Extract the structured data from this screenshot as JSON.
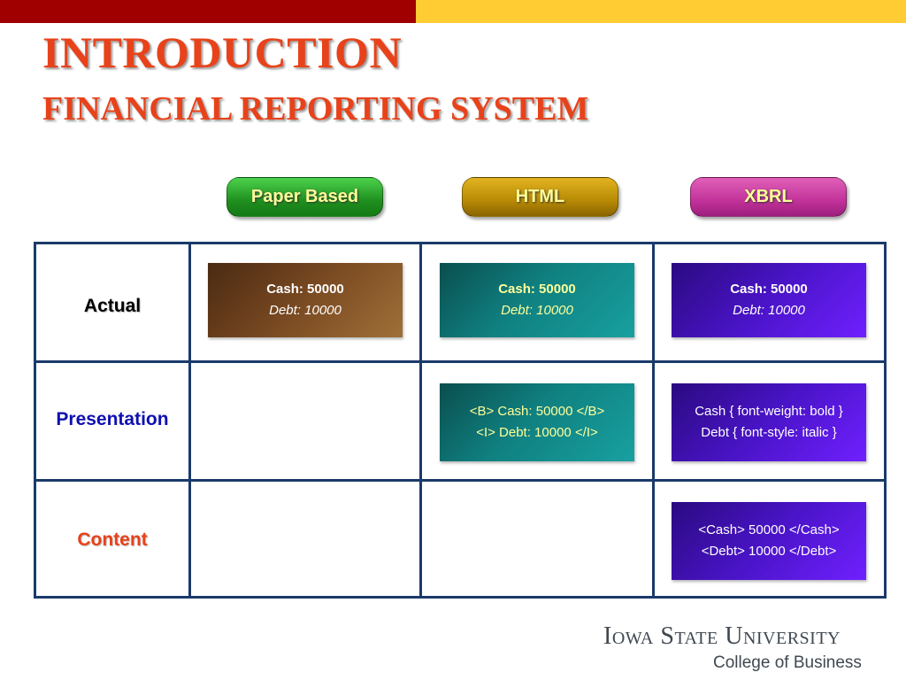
{
  "title": {
    "line1": "INTRODUCTION",
    "line2": "FINANCIAL REPORTING SYSTEM"
  },
  "columns": [
    {
      "label": "Paper Based",
      "color": "#2aa02a"
    },
    {
      "label": "HTML",
      "color": "#c89a0a"
    },
    {
      "label": "XBRL",
      "color": "#c2329a"
    }
  ],
  "rows": [
    {
      "label": "Actual",
      "color": "#000000"
    },
    {
      "label": "Presentation",
      "color": "#1010b0"
    },
    {
      "label": "Content",
      "color": "#e8421a"
    }
  ],
  "cells": {
    "actual_paper": {
      "line1": "Cash: 50000",
      "line2": "Debt: 10000"
    },
    "actual_html": {
      "line1": "Cash: 50000",
      "line2": "Debt: 10000"
    },
    "actual_xbrl": {
      "line1": "Cash: 50000",
      "line2": "Debt: 10000"
    },
    "presentation_html": {
      "line1": "<B> Cash: 50000 </B>",
      "line2": "<I>  Debt: 10000 </I>"
    },
    "presentation_xbrl": {
      "line1": "Cash { font-weight: bold }",
      "line2": "Debt { font-style: italic }"
    },
    "content_xbrl": {
      "line1": "<Cash> 50000 </Cash>",
      "line2": "<Debt>  10000 </Debt>"
    }
  },
  "logo": {
    "university": "Iowa State University",
    "college": "College of Business"
  },
  "colors": {
    "header_red": "#a00000",
    "header_gold": "#ffcc33",
    "title": "#e8421a",
    "grid": "#1a3a6a"
  }
}
